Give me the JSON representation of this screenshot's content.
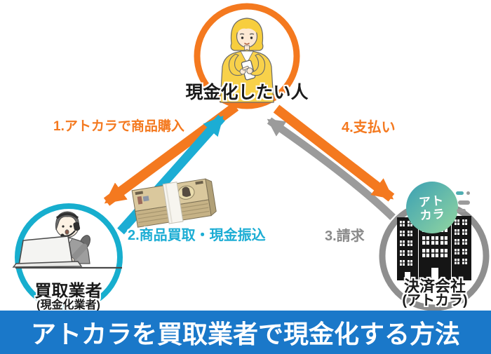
{
  "diagram": {
    "consumer": {
      "label": "現金化したい人"
    },
    "buyer": {
      "label": "買取業者",
      "sublabel": "(現金化業者)"
    },
    "payment": {
      "label": "決済会社",
      "sublabel": "(アトカラ)",
      "logo_top": "アト",
      "logo_bottom": "カラ"
    },
    "steps": [
      {
        "label": "1.アトカラで商品購入"
      },
      {
        "label": "2.商品買取・現金振込"
      },
      {
        "label": "3.請求"
      },
      {
        "label": "4.支払い"
      }
    ],
    "icons": {
      "consumer": "woman-with-smartphone",
      "buyer": "call-center-woman-with-laptop",
      "payment": "office-buildings",
      "money": "cash-bundle",
      "logo": "atokara-logo"
    }
  },
  "banner": {
    "title": "アトカラを買取業者で現金化する方法"
  },
  "colors": {
    "orange": "#f4791f",
    "cyan": "#1cadd4",
    "cyan_circle": "#17aece",
    "gray_arrow": "#9b9b9b",
    "gray_circle": "#8f8f8f",
    "banner_blue": "#1a78c9",
    "logo_teal_top": "#3aa0b4",
    "logo_green_bottom": "#93d6a0",
    "text_black": "#1a1a1a"
  }
}
